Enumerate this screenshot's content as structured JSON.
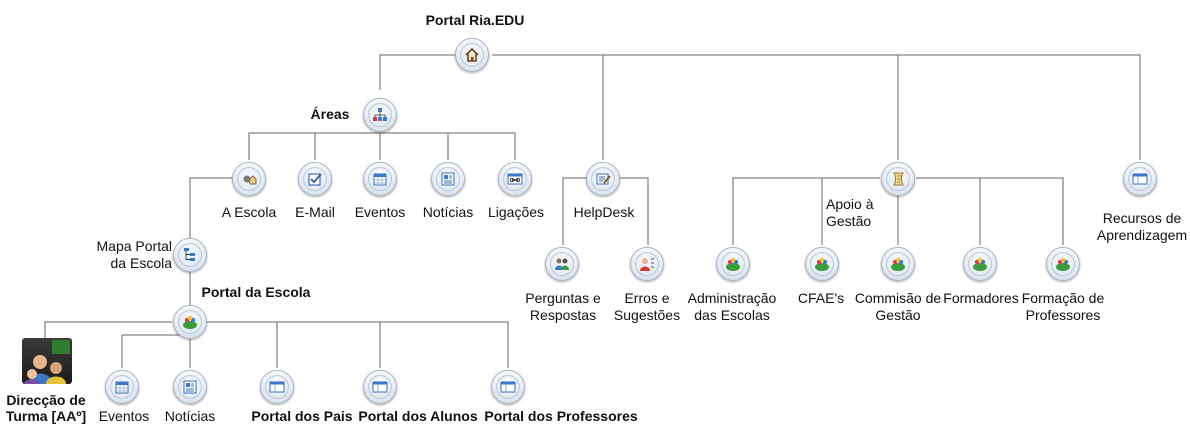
{
  "root": "Portal Ria.EDU",
  "areas": {
    "title": "Áreas",
    "items": [
      "A Escola",
      "E-Mail",
      "Eventos",
      "Notícias",
      "Ligações"
    ]
  },
  "mapa_portal": "Mapa Portal\nda Escola",
  "portal_escola": {
    "title": "Portal da Escola",
    "direccao": "Direcção de\nTurma [AAº]",
    "items": [
      "Eventos",
      "Notícias",
      "Portal dos Pais",
      "Portal dos Alunos",
      "Portal dos Professores"
    ]
  },
  "helpdesk": {
    "title": "HelpDesk",
    "items": [
      "Perguntas e\nRespostas",
      "Erros e\nSugestões"
    ]
  },
  "apoio": {
    "title": "Apoio à\nGestão",
    "items": [
      "Administração\ndas Escolas",
      "CFAE's",
      "Commisão de\nGestão",
      "Formadores",
      "Formação de\nProfessores"
    ]
  },
  "recursos": "Recursos de\nAprendizagem",
  "icons": {
    "root": "home-icon",
    "areas": "sitemap-icon",
    "escola": "school-icon",
    "email": "checkbox-icon",
    "calendar": "calendar-icon",
    "news": "news-icon",
    "links": "link-icon",
    "mapa": "tree-icon",
    "portal": "people-icon",
    "page": "page-icon",
    "helpdesk": "edit-icon",
    "faq": "users-icon",
    "errors": "bug-user-icon",
    "apoio": "scroll-icon"
  }
}
